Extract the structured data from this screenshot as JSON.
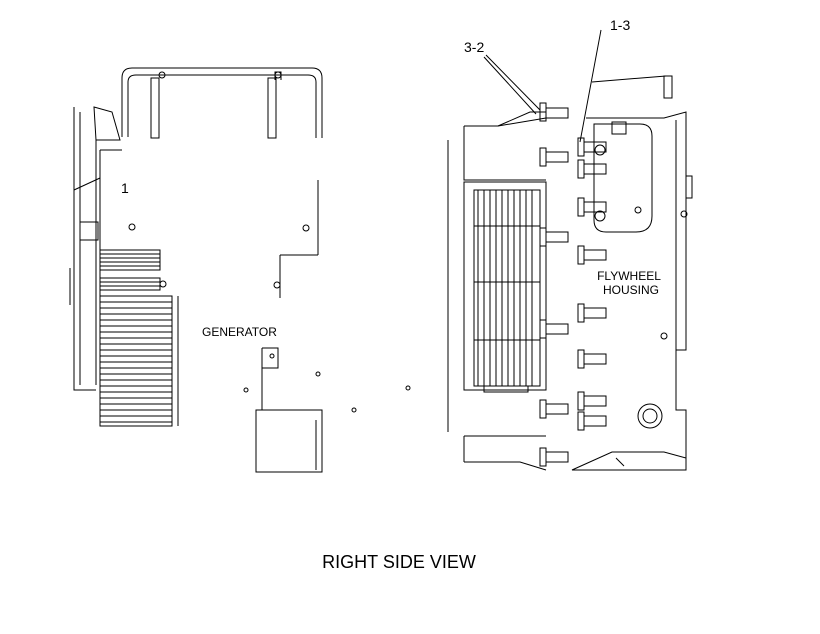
{
  "diagram": {
    "caption": "RIGHT SIDE VIEW",
    "labels": {
      "generator": "GENERATOR",
      "flywheel_line1": "FLYWHEEL",
      "flywheel_line2": "HOUSING"
    },
    "callouts": {
      "left_item": "1",
      "upper_right": "1-3",
      "upper_left_bolt": "3-2"
    }
  }
}
